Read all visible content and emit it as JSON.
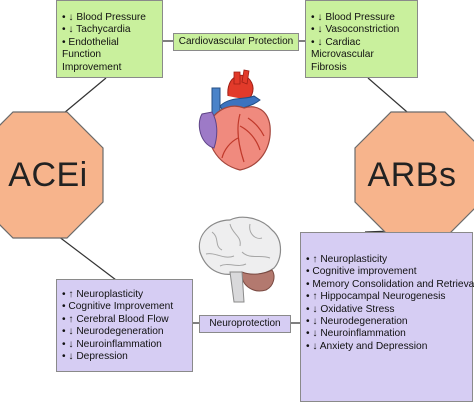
{
  "left_drug": "ACEi",
  "right_drug": "ARBs",
  "cardio": {
    "label": "Cardiovascular Protection",
    "acei_effects": [
      "• ↓ Blood Pressure",
      "• ↓ Tachycardia",
      "• Endothelial Function Improvement"
    ],
    "arb_effects": [
      "• ↓ Blood Pressure",
      "• ↓ Vasoconstriction",
      "• ↓ Cardiac Microvascular Fibrosis"
    ]
  },
  "neuro": {
    "label": "Neuroprotection",
    "acei_effects": [
      "• ↑ Neuroplasticity",
      "• Cognitive Improvement",
      "• ↑ Cerebral Blood Flow",
      "• ↓ Neurodegeneration",
      "• ↓ Neuroinflammation",
      "• ↓ Depression"
    ],
    "arb_effects": [
      "• ↑ Neuroplasticity",
      "• Cognitive improvement",
      "• Memory Consolidation and Retrieval",
      "• ↑ Hippocampal Neurogenesis",
      "• ↓ Oxidative Stress",
      "• ↓ Neurodegeneration",
      "• ↓ Neuroinflammation",
      "• ↓ Anxiety and Depression"
    ]
  },
  "colors": {
    "octagon_fill": "#f7b48c",
    "octagon_stroke": "#6b6b6b",
    "cardio_box": "#c9f09d",
    "neuro_box": "#d6cdf3"
  },
  "icons": [
    "heart-illustration",
    "brain-illustration"
  ]
}
